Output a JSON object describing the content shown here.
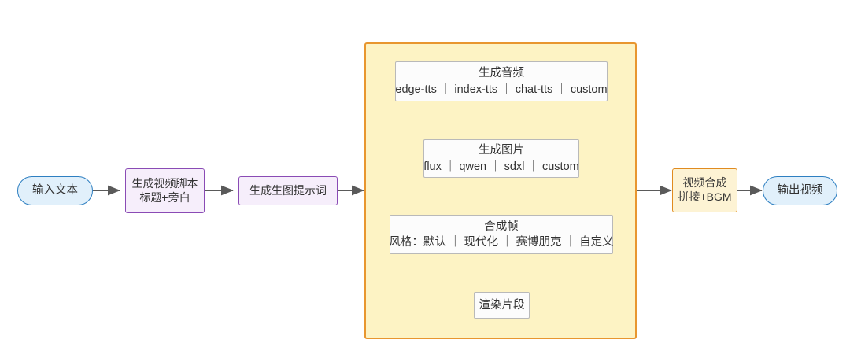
{
  "diagram": {
    "title": "video generation pipeline flowchart",
    "colors": {
      "terminal_fill": "#e1f0fb",
      "terminal_stroke": "#2e7fc1",
      "purple_fill": "#f6eefb",
      "purple_stroke": "#8a4bb5",
      "orange_fill": "#fdf3d4",
      "orange_stroke": "#e08b20",
      "subgraph_fill": "#fdf3c4",
      "subgraph_stroke": "#e8962f",
      "inner_fill": "#fcfcfc",
      "inner_stroke": "#b9b9b9",
      "edge_stroke": "#5a5a5a"
    },
    "nodes": {
      "input": {
        "label": "输入文本"
      },
      "script": {
        "line1": "生成视频脚本",
        "line2": "标题+旁白"
      },
      "prompt": {
        "label": "生成生图提示词"
      },
      "audio": {
        "title": "生成音频",
        "sub": "edge-tts ｜ index-tts ｜ chat-tts ｜ custom"
      },
      "image": {
        "title": "生成图片",
        "sub": "flux ｜ qwen ｜ sdxl ｜ custom"
      },
      "frame": {
        "title": "合成帧",
        "sub": "风格：默认 ｜ 现代化 ｜ 赛博朋克 ｜ 自定义"
      },
      "render": {
        "label": "渲染片段"
      },
      "compose": {
        "line1": "视频合成",
        "line2": "拼接+BGM"
      },
      "output": {
        "label": "输出视频"
      }
    }
  }
}
